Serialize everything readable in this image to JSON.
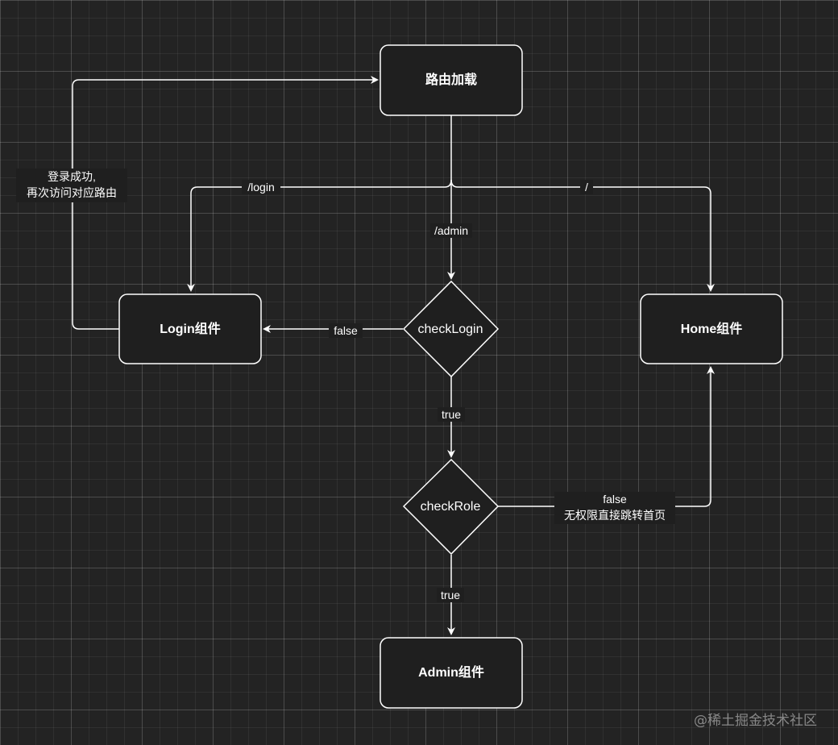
{
  "nodes": {
    "route_load": "路由加载",
    "login_component": "Login组件",
    "home_component": "Home组件",
    "check_login": "checkLogin",
    "check_role": "checkRole",
    "admin_component": "Admin组件"
  },
  "edges": {
    "login_path": "/login",
    "admin_path": "/admin",
    "root_path": "/",
    "check_login_false": "false",
    "check_login_true": "true",
    "check_role_true": "true",
    "check_role_false_line1": "false",
    "check_role_false_line2": "无权限直接跳转首页",
    "login_success_line1": "登录成功,",
    "login_success_line2": "再次访问对应路由"
  },
  "watermark": "@稀土掘金技术社区",
  "colors": {
    "background": "#232323",
    "node_fill": "#1f1f1f",
    "stroke": "#ffffff"
  }
}
